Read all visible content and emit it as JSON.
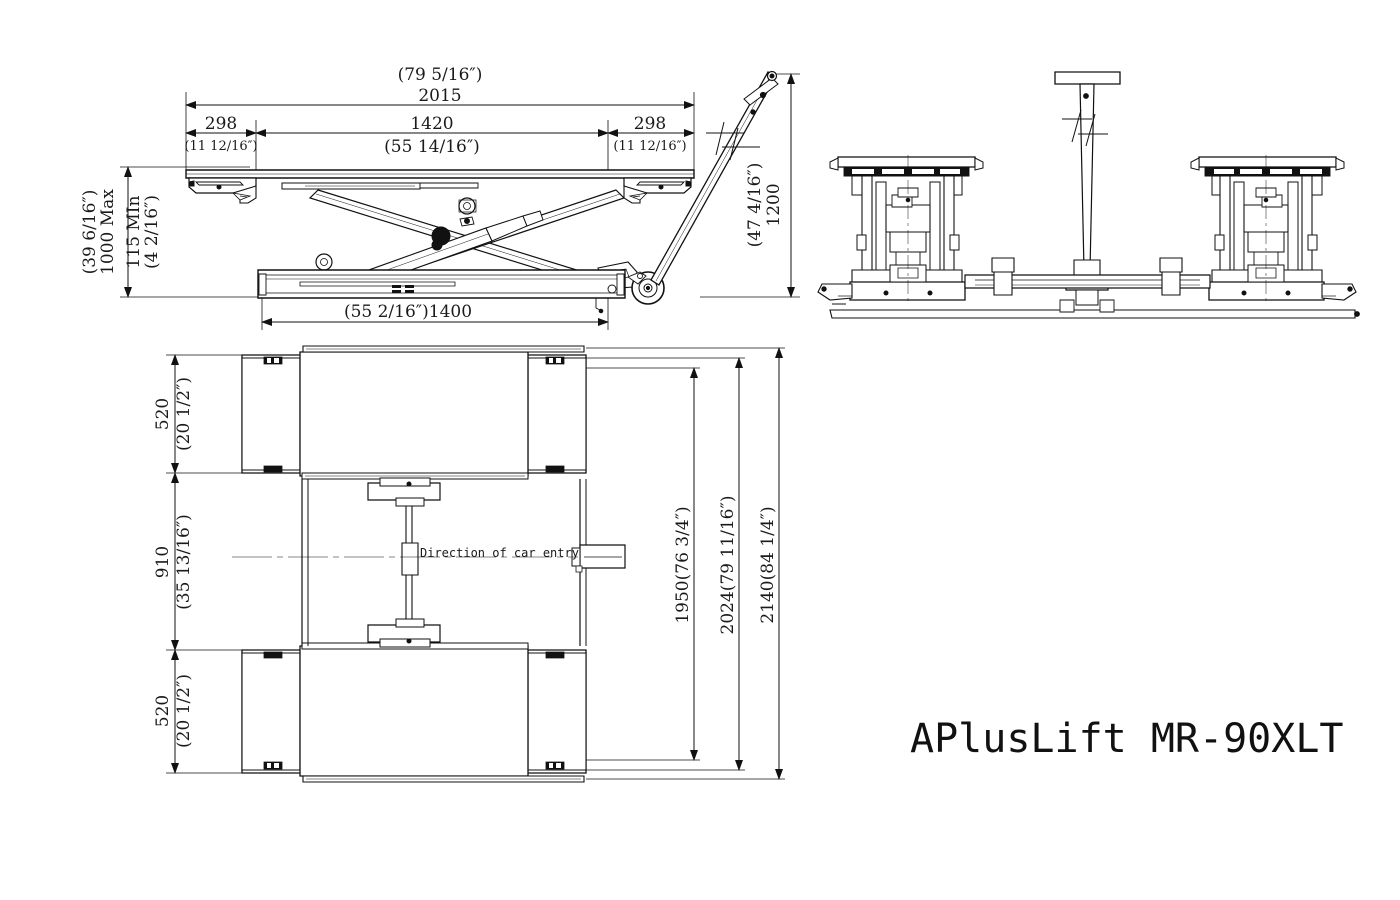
{
  "drawing": {
    "title": "APlusLift MR-90XLT",
    "note_car_entry": "Direction of car entry"
  },
  "side_view": {
    "overall_length_in": "(79 5/16″)",
    "overall_length_mm": "2015",
    "left_ramp_mm": "298",
    "left_ramp_in": "(11 12/16″)",
    "platform_mm": "1420",
    "platform_in": "(55 14/16″)",
    "right_ramp_mm": "298",
    "right_ramp_in": "(11 12/16″)",
    "max_height_in": "(39 6/16″)",
    "max_height_mm": "1000 Max",
    "min_height_mm": "115 MIn",
    "min_height_in": "(4 2/16″)",
    "base_length": "(55 2/16″)1400",
    "handle_height_in": "(47 4/16″)",
    "handle_height_mm": "1200"
  },
  "plan_view": {
    "top_band_mm": "520",
    "top_band_in": "(20 1/2″)",
    "middle_gap_mm": "910",
    "middle_gap_in": "(35 13/16″)",
    "bottom_band_mm": "520",
    "bottom_band_in": "(20 1/2″)",
    "width_inner": "1950(76 3/4″)",
    "width_middle": "2024(79 11/16″)",
    "width_outer": "2140(84 1/4″)"
  },
  "colors": {
    "line": "#111111",
    "text": "#1a1a1a",
    "background": "#ffffff"
  }
}
